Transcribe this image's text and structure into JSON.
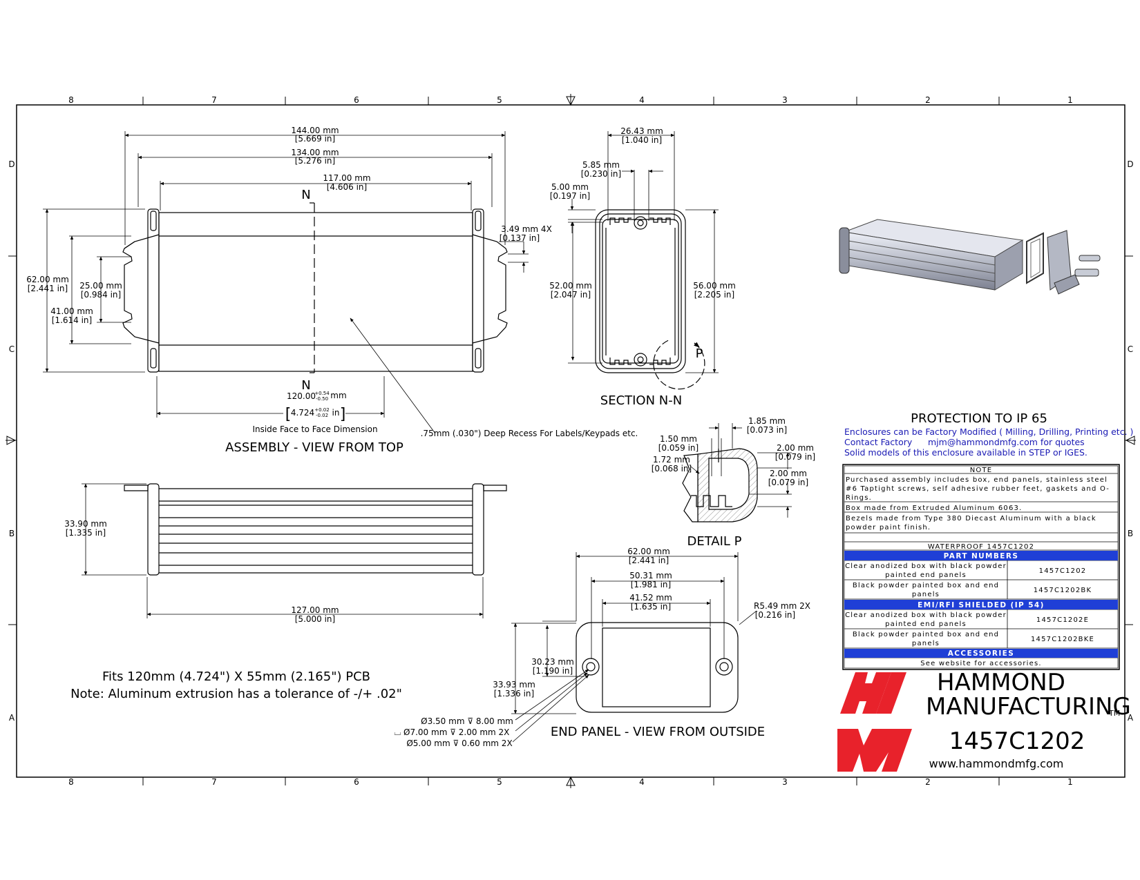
{
  "frame": {
    "columns": [
      "8",
      "7",
      "6",
      "5",
      "4",
      "3",
      "2",
      "1"
    ],
    "rows": [
      "D",
      "C",
      "B",
      "A"
    ]
  },
  "top_view": {
    "title": "ASSEMBLY - VIEW FROM TOP",
    "dim_144_mm": "144.00 mm",
    "dim_144_in": "[5.669 in]",
    "dim_134_mm": "134.00 mm",
    "dim_134_in": "[5.276 in]",
    "dim_117_mm": "117.00 mm",
    "dim_117_in": "[4.606 in]",
    "dim_349_mm": "3.49 mm  4X",
    "dim_349_in": "[0.137 in]",
    "dim_62_mm": "62.00 mm",
    "dim_62_in": "[2.441 in]",
    "dim_25_mm": "25.00 mm",
    "dim_25_in": "[0.984 in]",
    "dim_41_mm": "41.00 mm",
    "dim_41_in": "[1.614 in]",
    "section_mark": "N",
    "dim_120_base": "120.00",
    "dim_120_tol_plus": "+0.54",
    "dim_120_tol_minus": "-0.50",
    "dim_120_unit": "mm",
    "dim_4724_base": "4.724",
    "dim_4724_tol_plus": "+0.02",
    "dim_4724_tol_minus": "-0.02",
    "dim_4724_unit": "in",
    "inside_note": "Inside Face to Face Dimension",
    "recess_note": ".75mm (.030\") Deep Recess For Labels/Keypads etc."
  },
  "section_view": {
    "title": "SECTION  N-N",
    "dim_2643_mm": "26.43 mm",
    "dim_2643_in": "[1.040 in]",
    "dim_585_mm": "5.85 mm",
    "dim_585_in": "[0.230 in]",
    "dim_500_mm": "5.00 mm",
    "dim_500_in": "[0.197 in]",
    "dim_52_mm": "52.00 mm",
    "dim_52_in": "[2.047 in]",
    "dim_56_mm": "56.00 mm",
    "dim_56_in": "[2.205 in]",
    "detail_mark": "P"
  },
  "detail_view": {
    "title": "DETAIL  P",
    "dim_185_mm": "1.85 mm",
    "dim_185_in": "[0.073 in]",
    "dim_150_mm": "1.50 mm",
    "dim_150_in": "[0.059 in]",
    "dim_172_mm": "1.72 mm",
    "dim_172_in": "[0.068 in]",
    "dim_200a_mm": "2.00 mm",
    "dim_200a_in": "[0.079 in]",
    "dim_200b_mm": "2.00 mm",
    "dim_200b_in": "[0.079 in]"
  },
  "side_view": {
    "dim_339_mm": "33.90 mm",
    "dim_339_in": "[1.335 in]",
    "dim_127_mm": "127.00 mm",
    "dim_127_in": "[5.000 in]"
  },
  "end_panel": {
    "title": "END PANEL - VIEW FROM OUTSIDE",
    "dim_62_mm": "62.00 mm",
    "dim_62_in": "[2.441 in]",
    "dim_5031_mm": "50.31 mm",
    "dim_5031_in": "[1.981 in]",
    "dim_4152_mm": "41.52 mm",
    "dim_4152_in": "[1.635 in]",
    "dim_r549_mm": "R5.49 mm 2X",
    "dim_r549_in": "[0.216 in]",
    "dim_3023_mm": "30.23 mm",
    "dim_3023_in": "[1.190 in]",
    "dim_3393_mm": "33.93 mm",
    "dim_3393_in": "[1.336 in]",
    "hole1": "Ø3.50 mm ⊽ 8.00 mm",
    "hole2": "⌴ Ø7.00 mm ⊽ 2.00 mm 2X",
    "hole3": "Ø5.00 mm ⊽ 0.60 mm 2X"
  },
  "notes": {
    "fits": "Fits 120mm (4.724\") X 55mm (2.165\") PCB",
    "tolerance": "Note: Aluminum extrusion has a tolerance of -/+ .02\""
  },
  "protection": {
    "title": "PROTECTION TO IP 65",
    "line1": "Enclosures can be Factory Modified ( Milling, Drilling, Printing etc. )",
    "line2_label": "Contact Factory",
    "line2_email": "mjm@hammondmfg.com for quotes",
    "line3": "Solid models of this enclosure available in STEP or IGES."
  },
  "note_table": {
    "header": "NOTE",
    "row1a": "Purchased assembly includes box, end panels, stainless steel",
    "row1b": "#6 Taptight screws, self adhesive rubber feet, gaskets and O-",
    "row1c": "Rings.",
    "row2": "Box made from Extruded Aluminum 6063.",
    "row3a": "Bezels made from Type 380 Diecast Aluminum with a black",
    "row3b": "powder paint finish.",
    "waterproof": "WATERPROOF 1457C1202",
    "part_numbers": "PART NUMBERS",
    "p1_desc_a": "Clear anodized box with black powder",
    "p1_desc_b": "painted end panels",
    "p1_pn": "1457C1202",
    "p2_desc_a": "Black powder painted box and end",
    "p2_desc_b": "panels",
    "p2_pn": "1457C1202BK",
    "emi": "EMI/RFI SHIELDED (IP 54)",
    "e1_desc_a": "Clear anodized box with black powder",
    "e1_desc_b": "painted end panels",
    "e1_pn": "1457C1202E",
    "e2_desc_a": "Black powder painted box and end",
    "e2_desc_b": "panels",
    "e2_pn": "1457C1202BKE",
    "accessories": "ACCESSORIES",
    "acc_text": "See website for accessories."
  },
  "brand": {
    "name1": "HAMMOND",
    "name2": "MANUFACTURING",
    "tm": "TM",
    "part": "1457C1202",
    "url": "www.hammondmfg.com",
    "logo_color": "#e8222b",
    "band_color": "#1f3fd6"
  }
}
